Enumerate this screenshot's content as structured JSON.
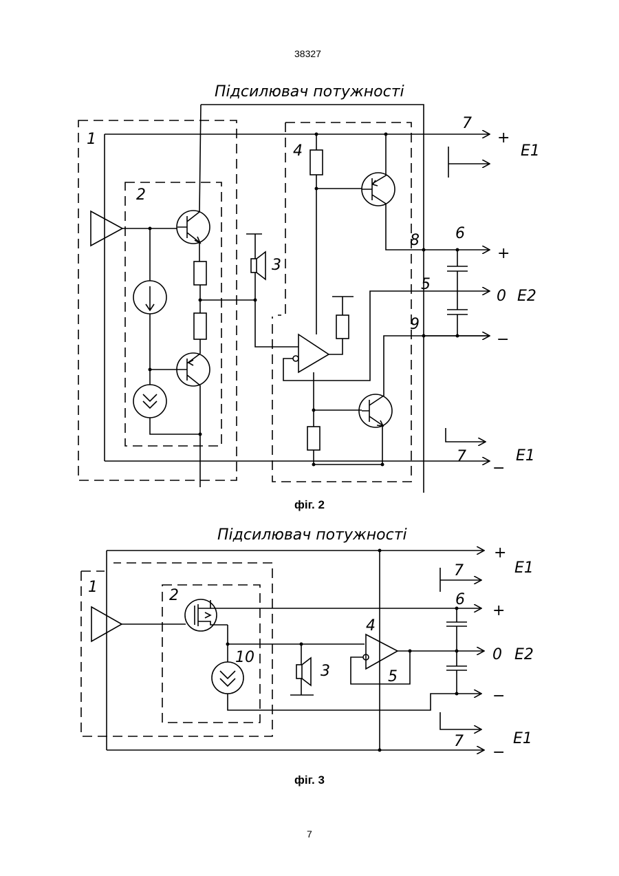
{
  "page": {
    "header_number": "38327",
    "footer_number": "7"
  },
  "fig2": {
    "title": "Підсилювач потужності",
    "caption": "фіг. 2",
    "labels": {
      "n1": "1",
      "n2": "2",
      "n3": "3",
      "n4": "4",
      "n5": "5",
      "n6": "6",
      "n7a": "7",
      "n7b": "7",
      "n8": "8",
      "n9": "9",
      "plus_top": "+",
      "E1_top": "E1",
      "plus_mid": "+",
      "zero": "0",
      "E2": "E2",
      "minus_mid": "−",
      "minus_bot": "−",
      "E1_bot": "E1"
    }
  },
  "fig3": {
    "title": "Підсилювач потужності",
    "caption": "фіг. 3",
    "labels": {
      "n1": "1",
      "n2": "2",
      "n3": "3",
      "n4": "4",
      "n5": "5",
      "n6": "6",
      "n7a": "7",
      "n7b": "7",
      "n10": "10",
      "plus_top": "+",
      "E1_top": "E1",
      "plus_mid": "+",
      "zero": "0",
      "E2": "E2",
      "minus_mid": "−",
      "minus_bot": "−",
      "E1_bot": "E1"
    }
  }
}
